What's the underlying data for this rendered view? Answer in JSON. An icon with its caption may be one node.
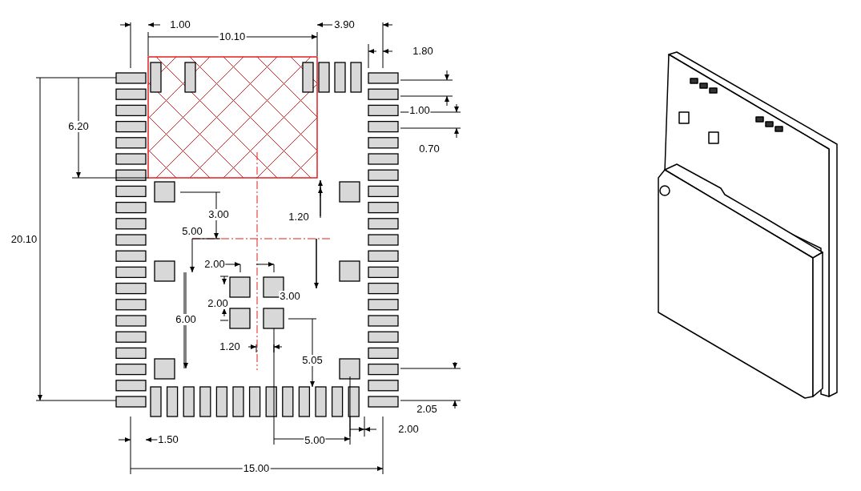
{
  "diagram": {
    "labels": [
      "1.00",
      "3.90",
      "10.10",
      "1.80",
      "1.00",
      "6.20",
      "0.70",
      "3.00",
      "1.20",
      "5.00",
      "20.10",
      "2.00",
      "3.00",
      "2.00",
      "6.00",
      "1.20",
      "5.05",
      "2.05",
      "2.00",
      "1.50",
      "5.00",
      "15.00"
    ]
  }
}
